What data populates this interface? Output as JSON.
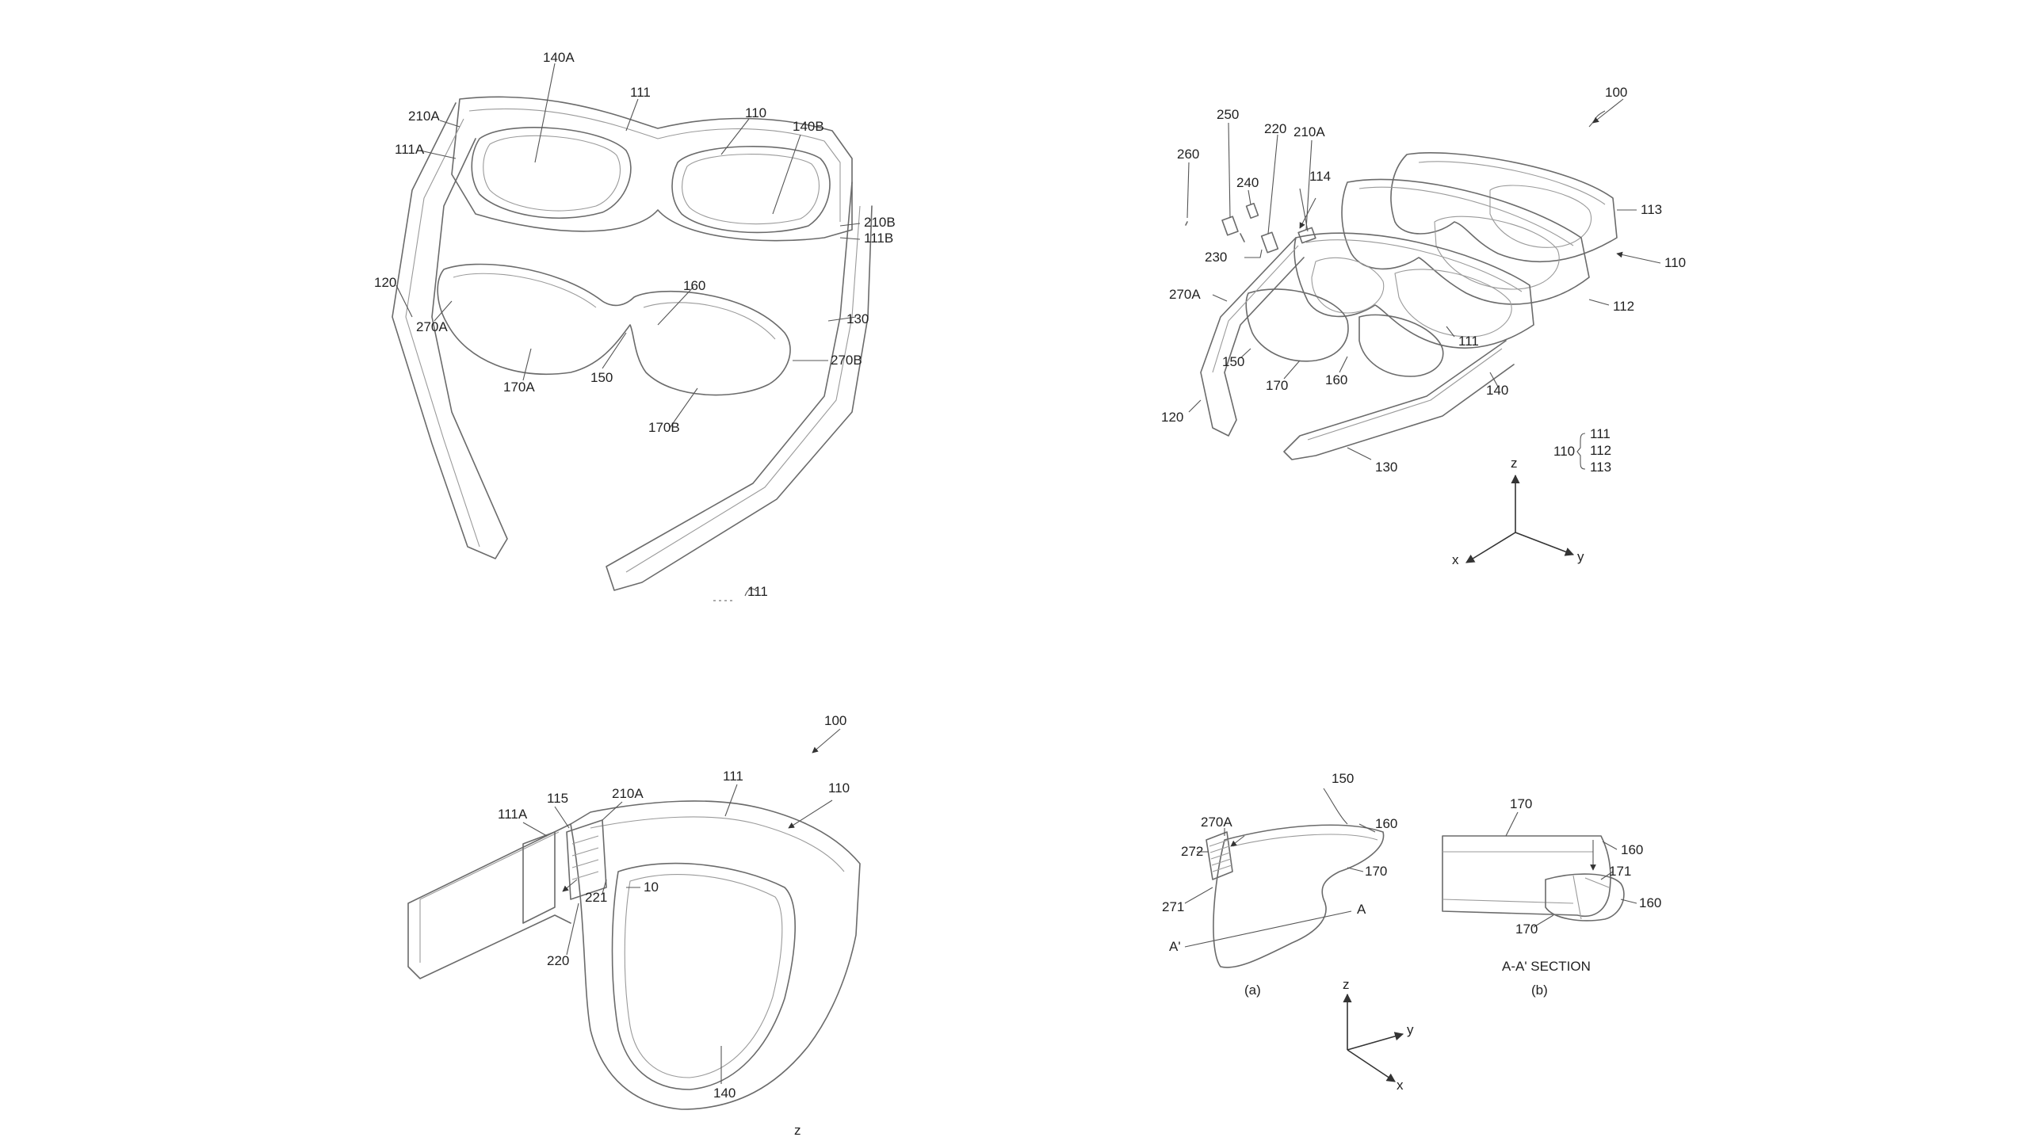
{
  "figure_1": {
    "refs": [
      "140A",
      "111",
      "110",
      "140B",
      "210A",
      "111A",
      "210B",
      "111B",
      "120",
      "270A",
      "160",
      "130",
      "270B",
      "170A",
      "150",
      "170B",
      "111"
    ]
  },
  "figure_2": {
    "refs": [
      "100",
      "250",
      "220",
      "210A",
      "260",
      "240",
      "114",
      "230",
      "113",
      "270A",
      "110",
      "112",
      "150",
      "111",
      "170",
      "160",
      "140",
      "120",
      "130"
    ],
    "bracket": {
      "label": "110",
      "items": [
        "111",
        "112",
        "113"
      ]
    },
    "axes": {
      "z": "z",
      "x": "x",
      "y": "y"
    }
  },
  "figure_3": {
    "refs": [
      "100",
      "111",
      "110",
      "111A",
      "115",
      "210A",
      "10",
      "221",
      "220",
      "140"
    ],
    "axes": {
      "z": "z"
    }
  },
  "figure_4": {
    "refs": [
      "150",
      "270A",
      "160",
      "272",
      "170",
      "271",
      "A",
      "A'",
      "170",
      "160",
      "171",
      "160",
      "170"
    ],
    "sub_a": "(a)",
    "sub_b": "(b)",
    "section_caption": "A-A' SECTION",
    "axes": {
      "z": "z",
      "y": "y",
      "x": "x"
    }
  }
}
